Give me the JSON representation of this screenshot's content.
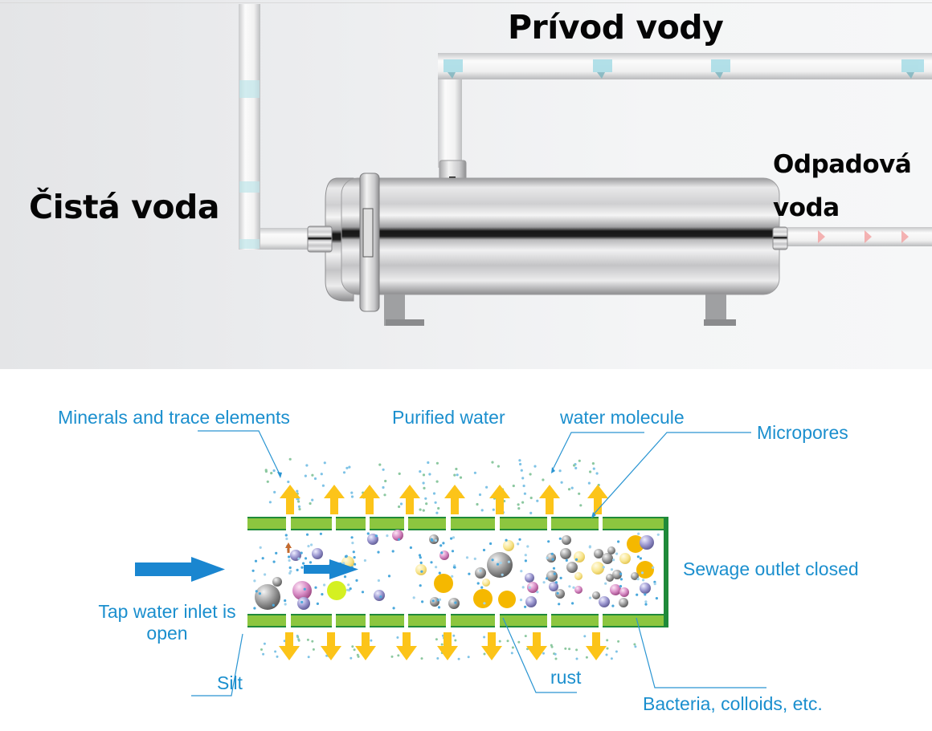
{
  "photo": {
    "labels": {
      "inlet": "Prívod vody",
      "clean": "Čistá voda",
      "waste": "Odpadová voda"
    },
    "components": [
      "inlet-pipe",
      "clean-water-pipe",
      "waste-pipe",
      "stainless-filter-housing"
    ]
  },
  "diagram": {
    "callouts": {
      "minerals": "Minerals and trace elements",
      "purified": "Purified water",
      "molecule": "water molecule",
      "micropores": "Micropores",
      "sewage": "Sewage outlet closed",
      "tap": "Tap water inlet is open",
      "silt": "Silt",
      "rust": "rust",
      "bacteria": "Bacteria, colloids, etc."
    },
    "colors": {
      "callout_text": "#1b8fce",
      "membrane": "#8cc63f",
      "membrane_edge": "#1f8a3a",
      "flow_arrow_out": "#fcc419",
      "flow_arrow_in": "#1a86d0",
      "rust": "#f5b800"
    }
  }
}
